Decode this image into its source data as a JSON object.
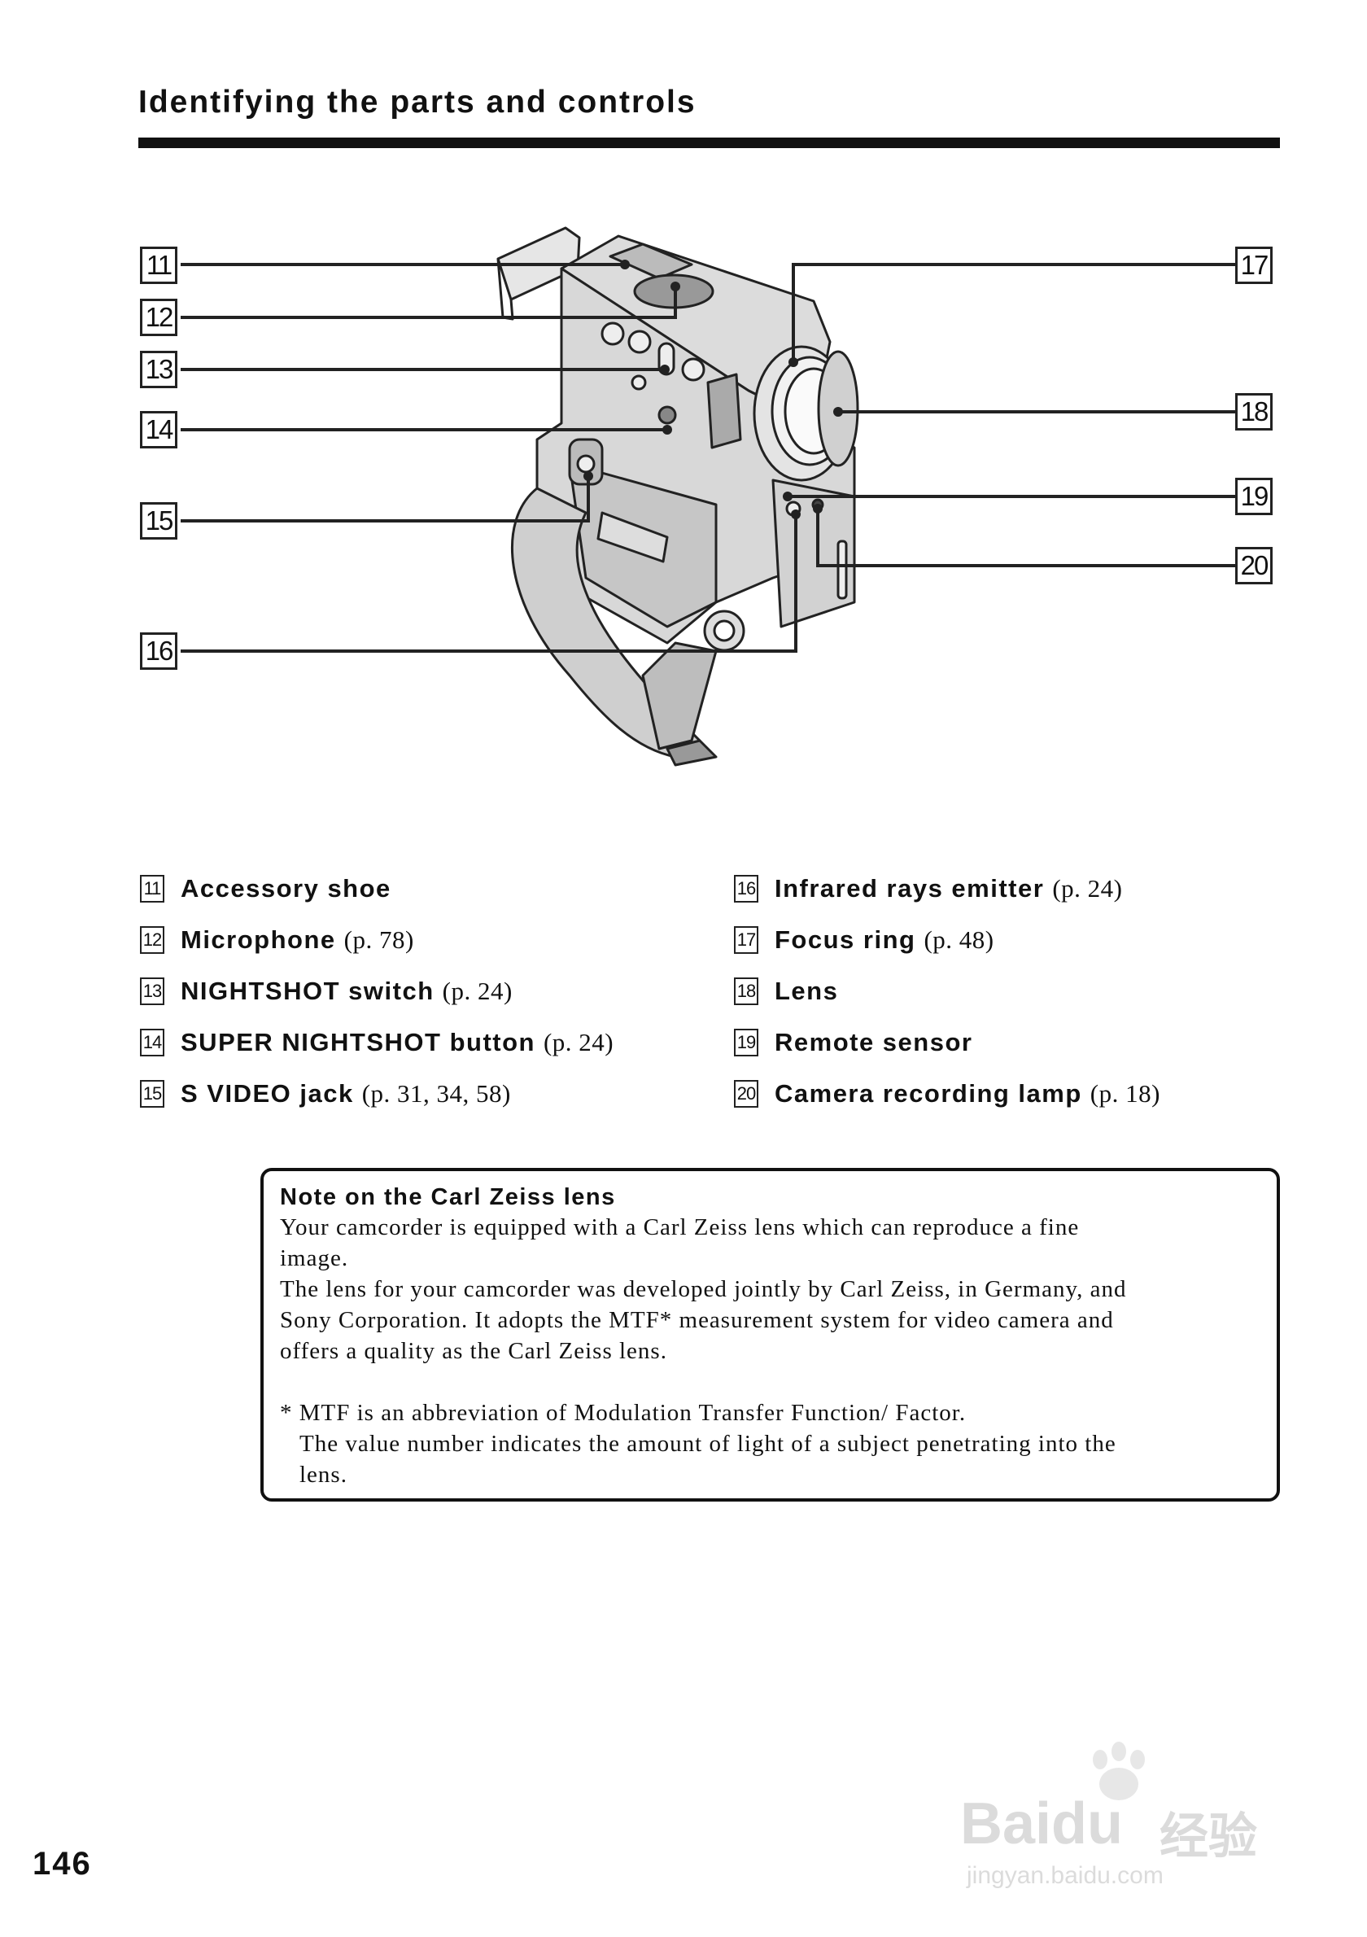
{
  "page_title": "Identifying the parts and controls",
  "callouts": {
    "c11": "11",
    "c12": "12",
    "c13": "13",
    "c14": "14",
    "c15": "15",
    "c16": "16",
    "c17": "17",
    "c18": "18",
    "c19": "19",
    "c20": "20"
  },
  "parts": [
    {
      "num": "11",
      "name": "Accessory shoe",
      "ref": ""
    },
    {
      "num": "12",
      "name": "Microphone",
      "ref": "(p. 78)"
    },
    {
      "num": "13",
      "name": "NIGHTSHOT switch",
      "ref": "(p. 24)"
    },
    {
      "num": "14",
      "name": "SUPER NIGHTSHOT button",
      "ref": "(p. 24)"
    },
    {
      "num": "15",
      "name": "S VIDEO jack",
      "ref": "(p. 31, 34, 58)"
    },
    {
      "num": "16",
      "name": "Infrared rays emitter",
      "ref": "(p. 24)"
    },
    {
      "num": "17",
      "name": "Focus ring",
      "ref": "(p. 48)"
    },
    {
      "num": "18",
      "name": "Lens",
      "ref": ""
    },
    {
      "num": "19",
      "name": "Remote sensor",
      "ref": ""
    },
    {
      "num": "20",
      "name": "Camera recording lamp",
      "ref": "(p. 18)"
    }
  ],
  "note": {
    "title": "Note on the Carl Zeiss lens",
    "line1": "Your camcorder is equipped with a Carl Zeiss lens which can reproduce a fine",
    "line2": "image.",
    "line3": "The lens for your camcorder was developed jointly by Carl Zeiss, in Germany, and",
    "line4": "Sony Corporation. It adopts the MTF* measurement system for video camera and",
    "line5": "offers a quality as the Carl Zeiss lens.",
    "foot1": "* MTF is an abbreviation of Modulation Transfer Function/ Factor.",
    "foot2": "The value number indicates the amount of light of a subject penetrating into the",
    "foot3": "lens."
  },
  "page_number": "146",
  "watermark": {
    "brand": "Baidu",
    "cn": "经验",
    "url": "jingyan.baidu.com"
  }
}
